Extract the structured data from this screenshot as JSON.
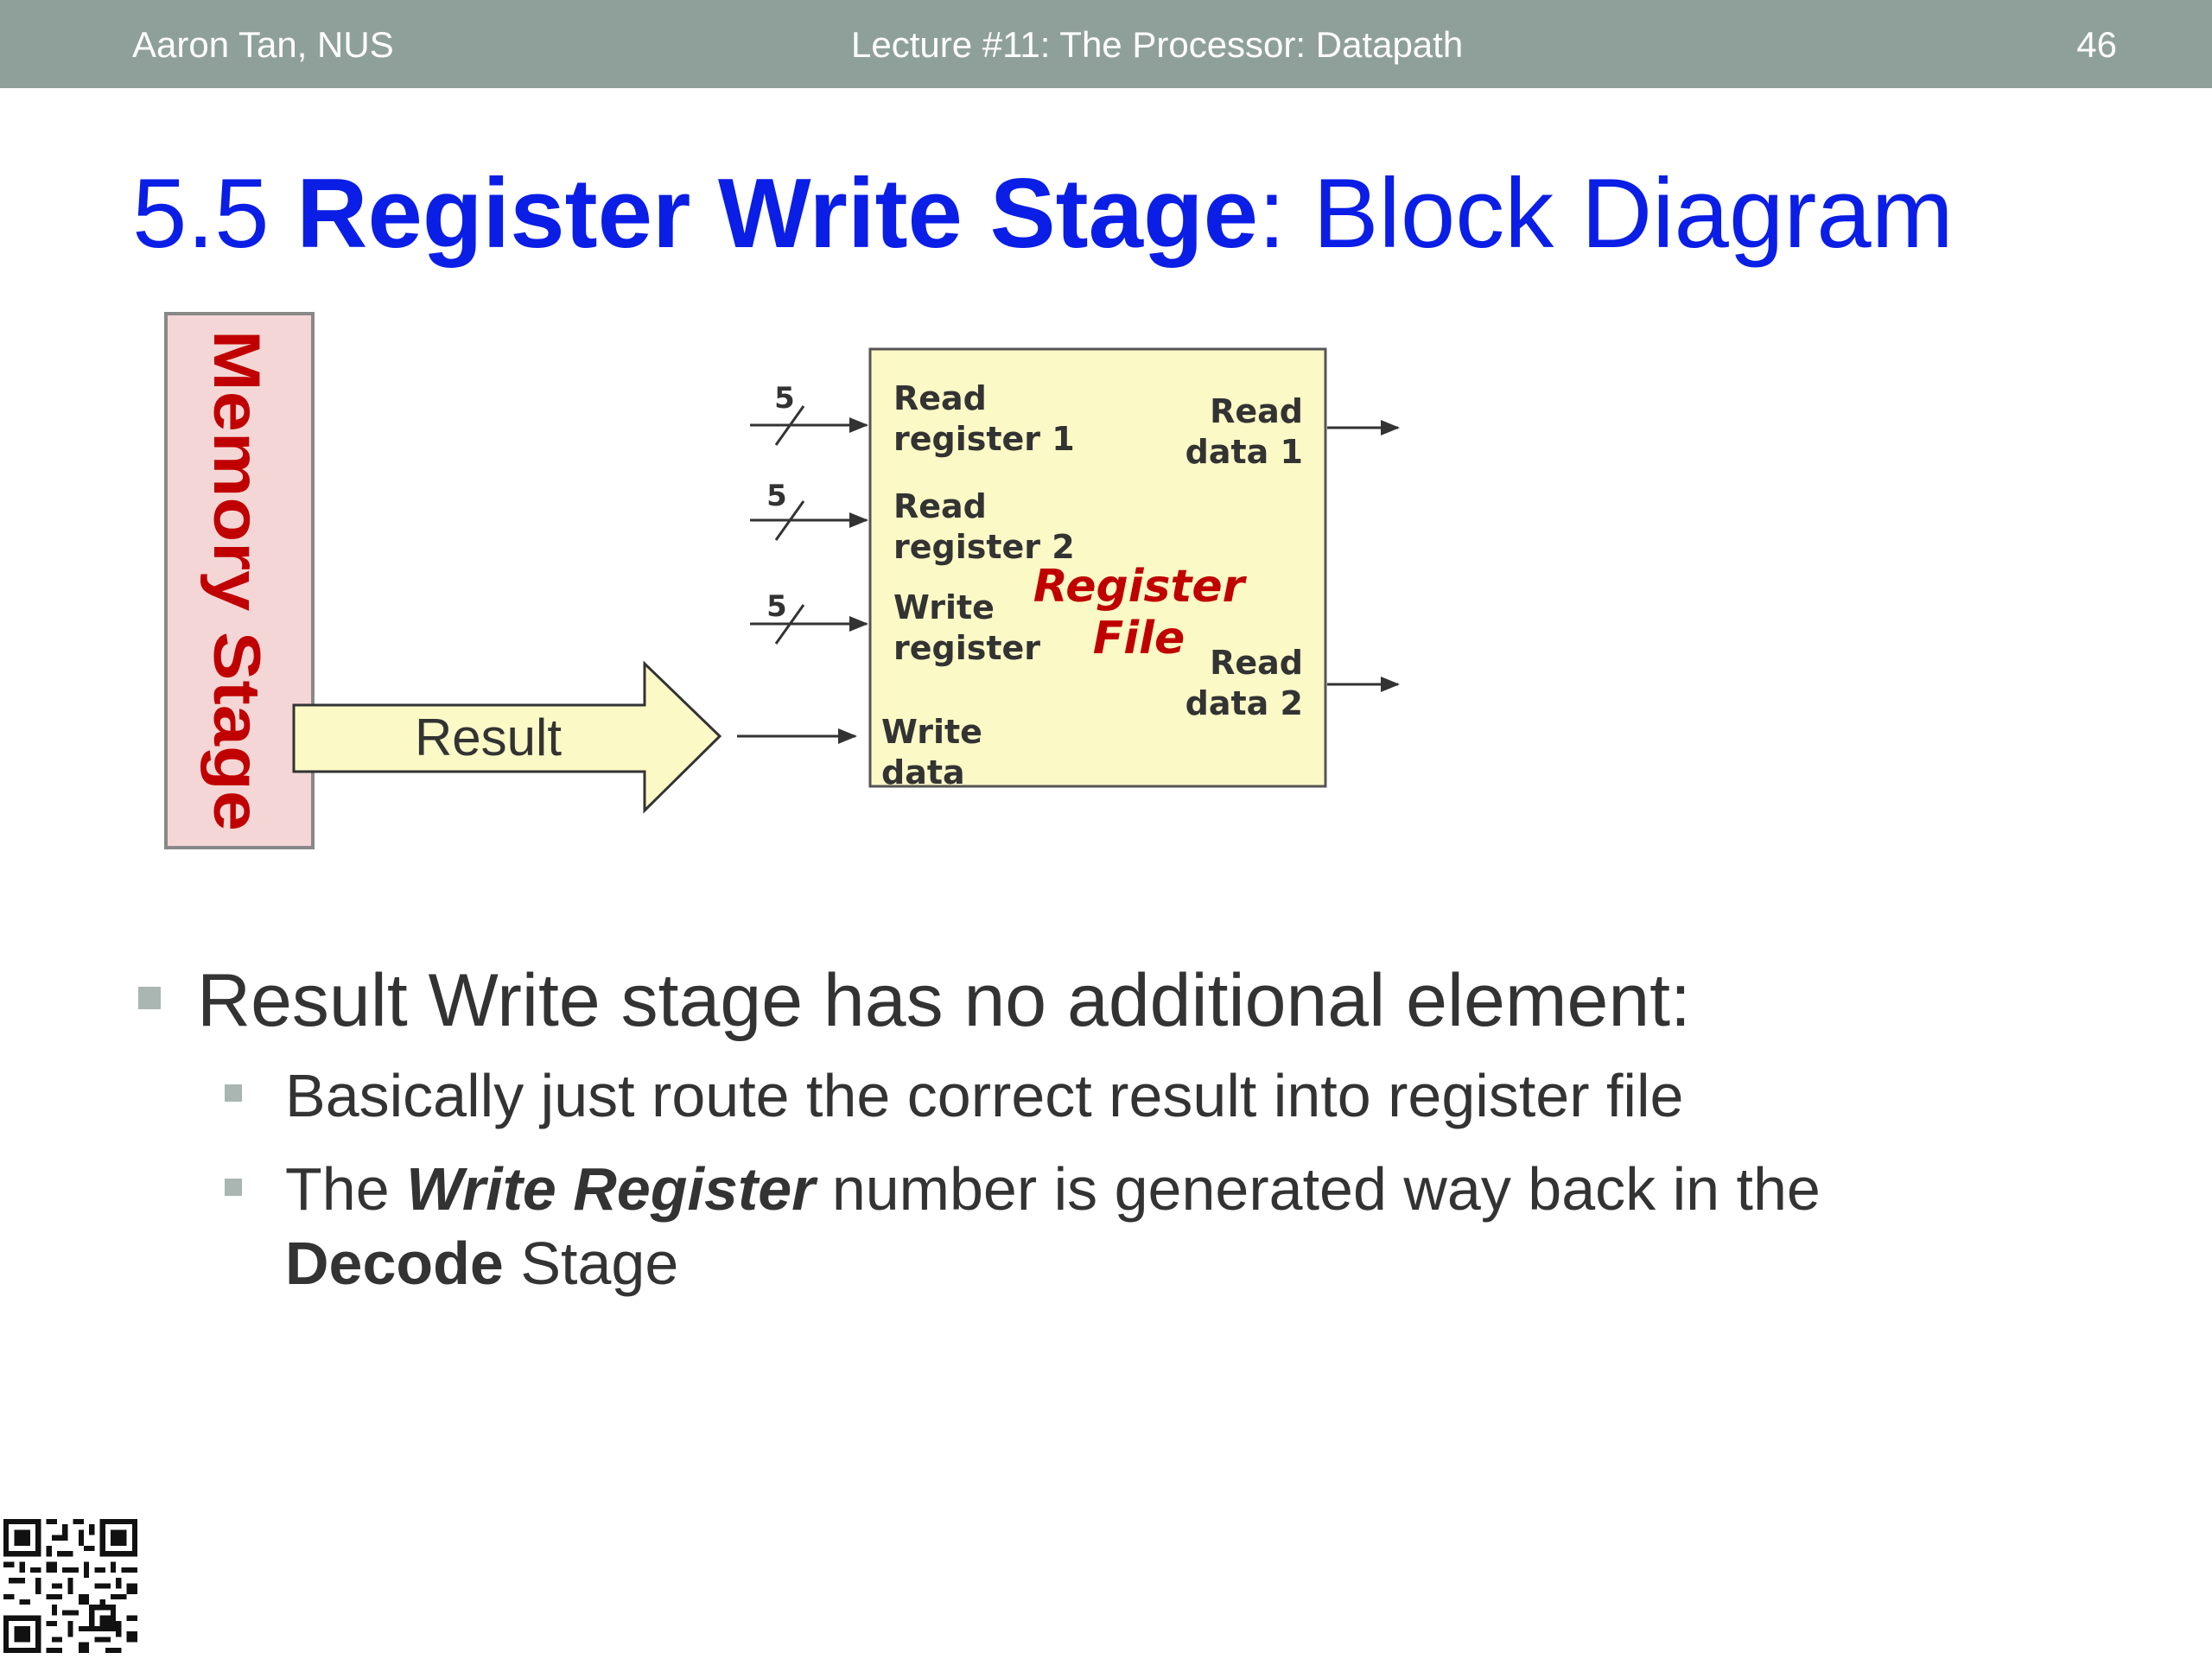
{
  "header": {
    "author": "Aaron Tan, NUS",
    "lecture": "Lecture #11: The Processor: Datapath",
    "page": "46"
  },
  "title": {
    "number": "5.5",
    "bold": "Register Write Stage",
    "colon": ":",
    "rest": "Block Diagram"
  },
  "diagram": {
    "memory_stage": "Memory Stage",
    "result_label": "Result",
    "register_file": [
      "Register",
      "File"
    ],
    "bus_width_1": "5",
    "bus_width_2": "5",
    "bus_width_3": "5",
    "read_register_1": [
      "Read",
      "register 1"
    ],
    "read_register_2": [
      "Read",
      "register 2"
    ],
    "write_register": [
      "Write",
      "register"
    ],
    "write_data": [
      "Write",
      "data"
    ],
    "read_data_1": [
      "Read",
      "data 1"
    ],
    "read_data_2": [
      "Read",
      "data 2"
    ],
    "colors": {
      "memory_stage_fill": "#f5d6d6",
      "memory_stage_text": "#c00000",
      "register_file_fill": "#fbf9c6",
      "register_file_label": "#c00000"
    }
  },
  "bullets": {
    "level1": "Result Write stage has no additional element:",
    "level2_a": "Basically just route the correct result into register file",
    "level2_b": {
      "p1": "The ",
      "emph": "Write Register",
      "p2": " number is generated way back in the",
      "bold": "Decode",
      "p3": " Stage"
    }
  }
}
